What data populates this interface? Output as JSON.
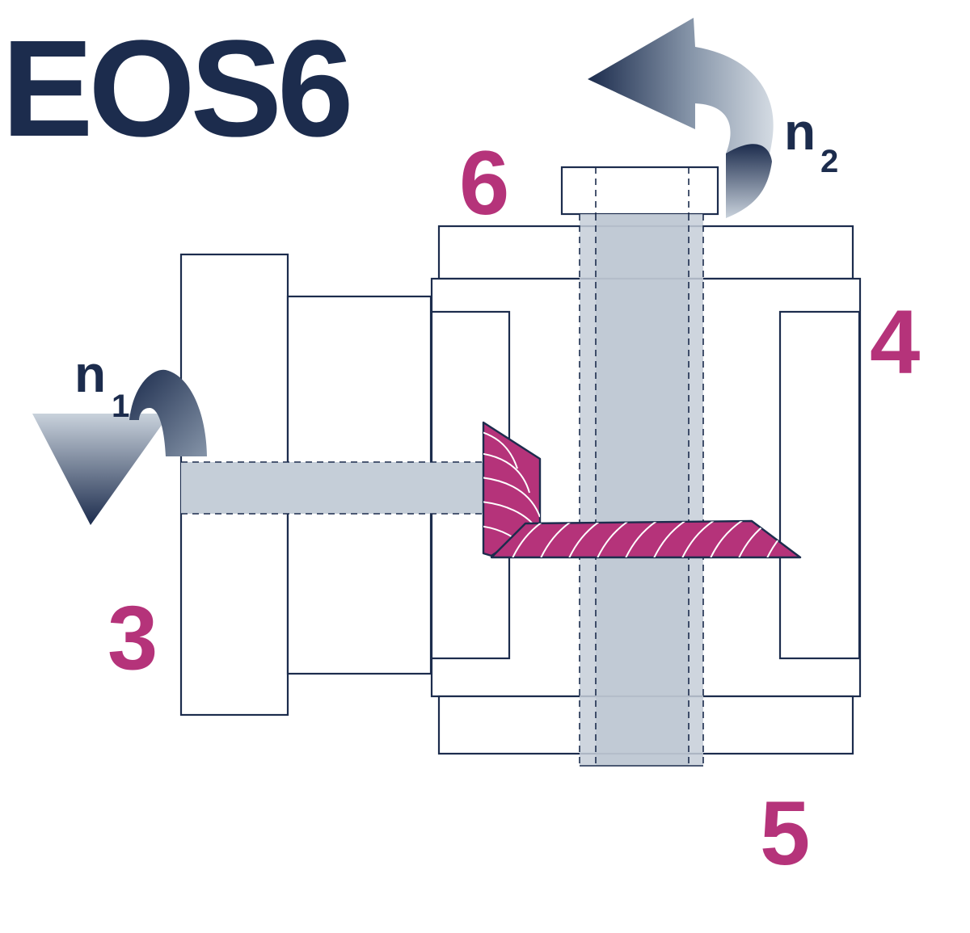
{
  "title": "EOS6",
  "labels": {
    "part_3": "3",
    "part_4": "4",
    "part_5": "5",
    "part_6": "6"
  },
  "rotations": {
    "n1": {
      "main": "n",
      "sub": "1"
    },
    "n2": {
      "main": "n",
      "sub": "2"
    }
  },
  "colors": {
    "navy": "#1c2c4d",
    "magenta": "#b5337a",
    "shaft": "#c5ced8",
    "arrow_light": "#c9d2dc"
  },
  "icons": {
    "n1_arrow": "curved-arrow-down-icon",
    "n2_arrow": "curved-arrow-rotate-icon"
  }
}
